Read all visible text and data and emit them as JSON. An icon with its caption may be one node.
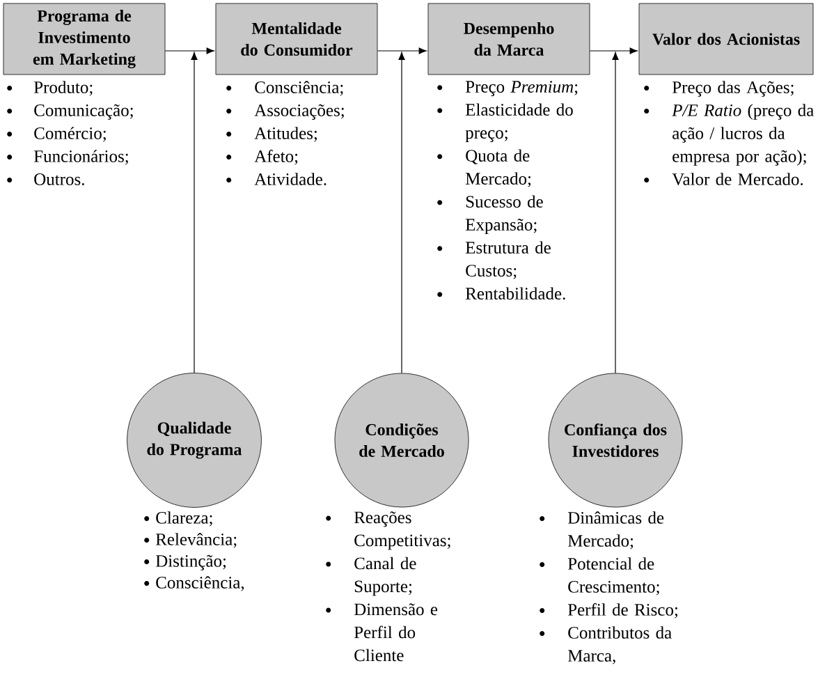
{
  "diagram": {
    "nodes": [
      {
        "text": [
          "Programa de Investimento em Marketing"
        ],
        "beside": [
          "Produto;",
          "Comunicação;",
          "Comércio;",
          "Funcionários;",
          "Outros."
        ]
      },
      {
        "text": [
          "Mentalidade do Consumidor"
        ],
        "beside": [
          "Consciência;",
          "Associações;",
          "Atitudes;",
          "Afeto;",
          "Atividade."
        ]
      },
      {
        "text": [
          "Desempenho da Marca"
        ],
        "beside": [
          "Preço *Premium*;",
          "Elasticidade do preço;",
          "Quota de Mercado;",
          "Sucesso de Expansão;",
          "Estrutura de Custos;",
          "Rentabilidade."
        ]
      },
      {
        "text": [
          "Valor dos Acionistas"
        ],
        "beside": [
          "Preço das Ações;",
          "*P/E Ratio* (preço da ação / lucros da empresa por ação);",
          "Valor de Mercado."
        ]
      },
      {
        "text": [
          "Qualidade do Programa"
        ],
        "beside": [
          "Clareza;",
          "Relevância;",
          "Distinção;",
          "Consciência,"
        ]
      },
      {
        "text": [
          "Condições de Mercado"
        ],
        "beside": [
          "Reações Competitivas;",
          "Canal de Suporte;",
          "Dimensão e Perfil do Cliente"
        ]
      },
      {
        "text": [
          "Confiança dos Investidores"
        ],
        "beside": [
          "Dinâmicas de Mercado;",
          "Potencial de Crescimento;",
          "Perfil de Risco;",
          "Contributos da Marca,"
        ]
      }
    ],
    "edges": [
      {
        "from": 0,
        "to": 1,
        "arrow": "to"
      },
      {
        "from": 1,
        "to": 2,
        "arrow": "to"
      },
      {
        "from": 2,
        "to": 3,
        "arrow": "to"
      },
      {
        "from": 4,
        "to": null,
        "arrow": "to"
      },
      {
        "from": 5,
        "to": null,
        "arrow": "to"
      },
      {
        "from": 6,
        "to": null,
        "arrow": "to"
      }
    ]
  }
}
